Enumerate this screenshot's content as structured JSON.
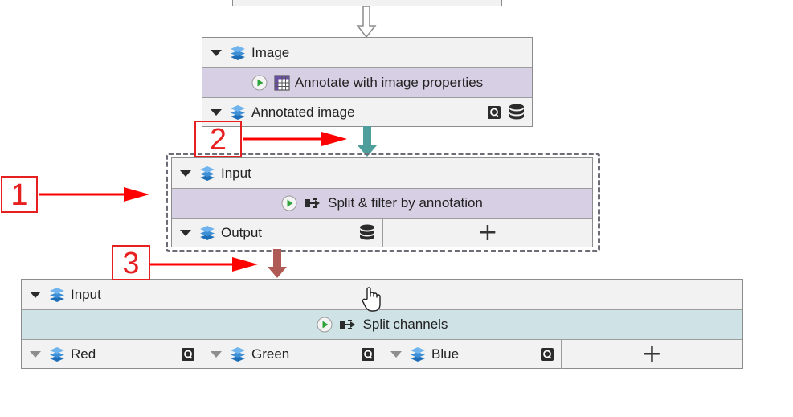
{
  "top_node": {
    "input_label": "Image",
    "task_label": "Annotate with image properties",
    "output_label": "Annotated image"
  },
  "split_node": {
    "input_label": "Input",
    "task_label": "Split & filter by annotation",
    "output_label": "Output",
    "add_label": "+"
  },
  "channels_node": {
    "input_label": "Input",
    "task_label": "Split channels",
    "outputs": [
      {
        "label": "Red"
      },
      {
        "label": "Green"
      },
      {
        "label": "Blue"
      }
    ],
    "add_label": "+"
  },
  "callouts": [
    "1",
    "2",
    "3"
  ],
  "colors": {
    "task_purple": "#d7d0e4",
    "task_blue": "#cfe2e6",
    "arrow_red": "#ff0000",
    "connector_teal": "#4e9e9c",
    "connector_brown": "#b05a55",
    "layer_blue": "#3d8fd6"
  }
}
